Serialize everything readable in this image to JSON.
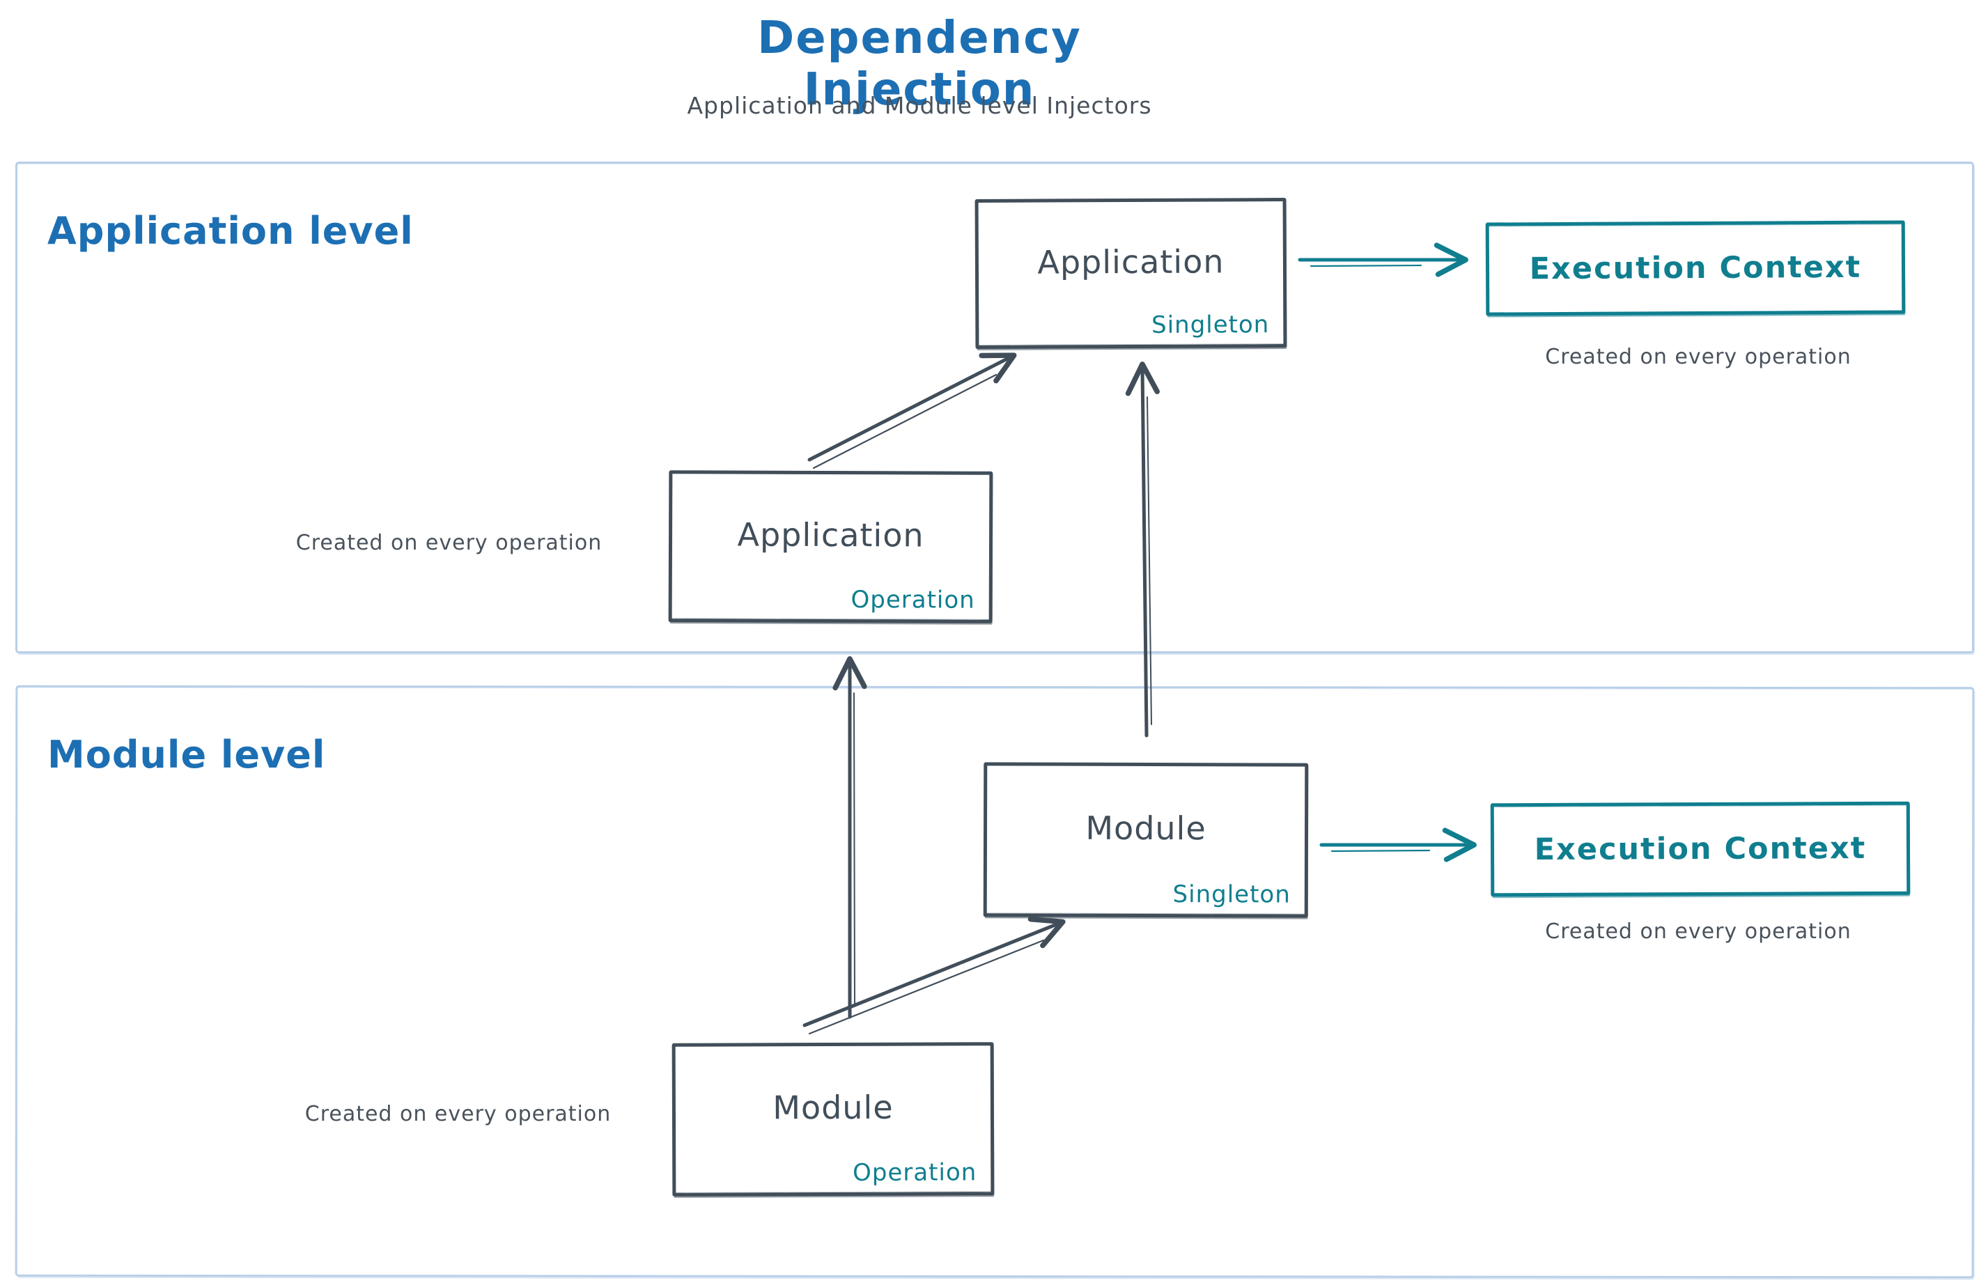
{
  "title": "Dependency Injection",
  "subtitle": "Application and Module level Injectors",
  "colors": {
    "title_blue": "#1d6fb3",
    "teal": "#0f7e8f",
    "slate": "#414e5a",
    "note_gray": "#49525c",
    "container_border": "#b9cfe9"
  },
  "application_level": {
    "label": "Application level",
    "singleton_box": {
      "name": "Application",
      "scope": "Singleton"
    },
    "operation_box": {
      "name": "Application",
      "scope": "Operation"
    },
    "operation_note": "Created on every operation",
    "execution_box": {
      "name": "Execution Context"
    },
    "execution_note": "Created on every operation"
  },
  "module_level": {
    "label": "Module level",
    "singleton_box": {
      "name": "Module",
      "scope": "Singleton"
    },
    "operation_box": {
      "name": "Module",
      "scope": "Operation"
    },
    "operation_note": "Created on every operation",
    "execution_box": {
      "name": "Execution Context"
    },
    "execution_note": "Created on every operation"
  }
}
